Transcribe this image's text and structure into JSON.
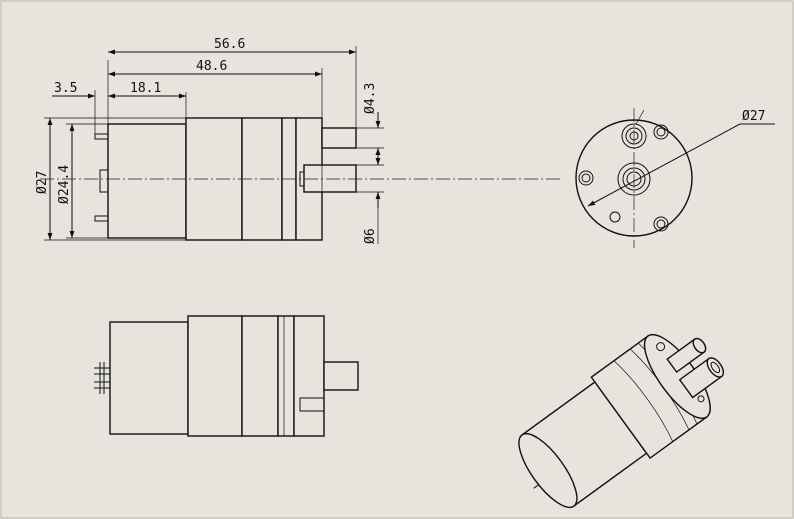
{
  "dimensions": {
    "overall_length": "56.6",
    "body_length": "48.6",
    "motor_length": "18.1",
    "terminal_offset": "3.5",
    "outer_diameter": "Ø27",
    "motor_diameter": "Ø24.4",
    "outlet_diameter": "Ø4.3",
    "inlet_diameter": "Ø6",
    "end_diameter": "Ø27"
  }
}
